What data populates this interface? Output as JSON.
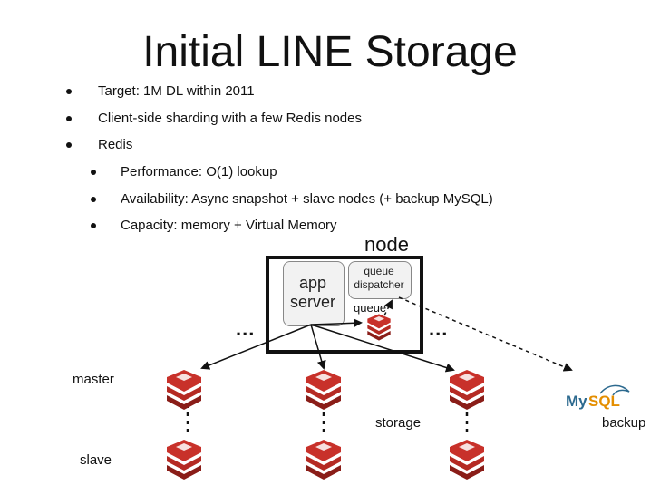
{
  "title": "Initial LINE Storage",
  "bullets": [
    "Target: 1M DL within 2011",
    "Client-side sharding with a few Redis nodes",
    "Redis"
  ],
  "sub_bullets": [
    "Performance: O(1) lookup",
    "Availability: Async snapshot + slave nodes (+ backup MySQL)",
    "Capacity: memory + Virtual Memory"
  ],
  "diagram": {
    "node_label": "node",
    "app_server": [
      "app",
      "server"
    ],
    "queue_dispatcher": [
      "queue",
      "dispatcher"
    ],
    "queue_label": "queue",
    "ellipsis": "...",
    "master_label": "master",
    "slave_label": "slave",
    "storage_label": "storage",
    "backup_label": "backup",
    "mysql_logo": "MySQL"
  },
  "colors": {
    "redis_red": "#c8312a",
    "redis_dark": "#8a1d18",
    "mysql_blue": "#2d6a8f",
    "mysql_orange": "#e48e00"
  }
}
